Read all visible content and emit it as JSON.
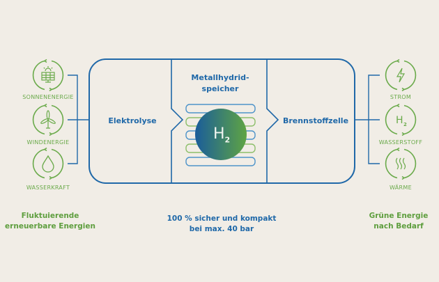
{
  "colors": {
    "blue": "#1f68a8",
    "green": "#6aaa4a",
    "background": "#f1ede6"
  },
  "inputs": [
    {
      "label": "SONNENENERGIE",
      "icon": "solar-panel-icon"
    },
    {
      "label": "WINDENERGIE",
      "icon": "wind-turbine-icon"
    },
    {
      "label": "WASSERKRAFT",
      "icon": "water-drop-icon"
    }
  ],
  "outputs": [
    {
      "label": "STROM",
      "icon": "lightning-icon"
    },
    {
      "label": "WASSERSTOFF",
      "icon": "hydrogen-icon"
    },
    {
      "label": "WÄRME",
      "icon": "heat-waves-icon"
    }
  ],
  "stages": {
    "electrolysis": "Elektrolyse",
    "storage_line1": "Metallhydrid-",
    "storage_line2": "speicher",
    "fuel_cell": "Brennstoffzelle",
    "h2_symbol": "H",
    "h2_subscript": "2"
  },
  "bottom": {
    "left_line1": "Fluktuierende",
    "left_line2": "erneuerbare Energien",
    "center_line1": "100 % sicher und kompakt",
    "center_line2": "bei max. 40 bar",
    "right_line1": "Grüne Energie",
    "right_line2": "nach Bedarf"
  }
}
